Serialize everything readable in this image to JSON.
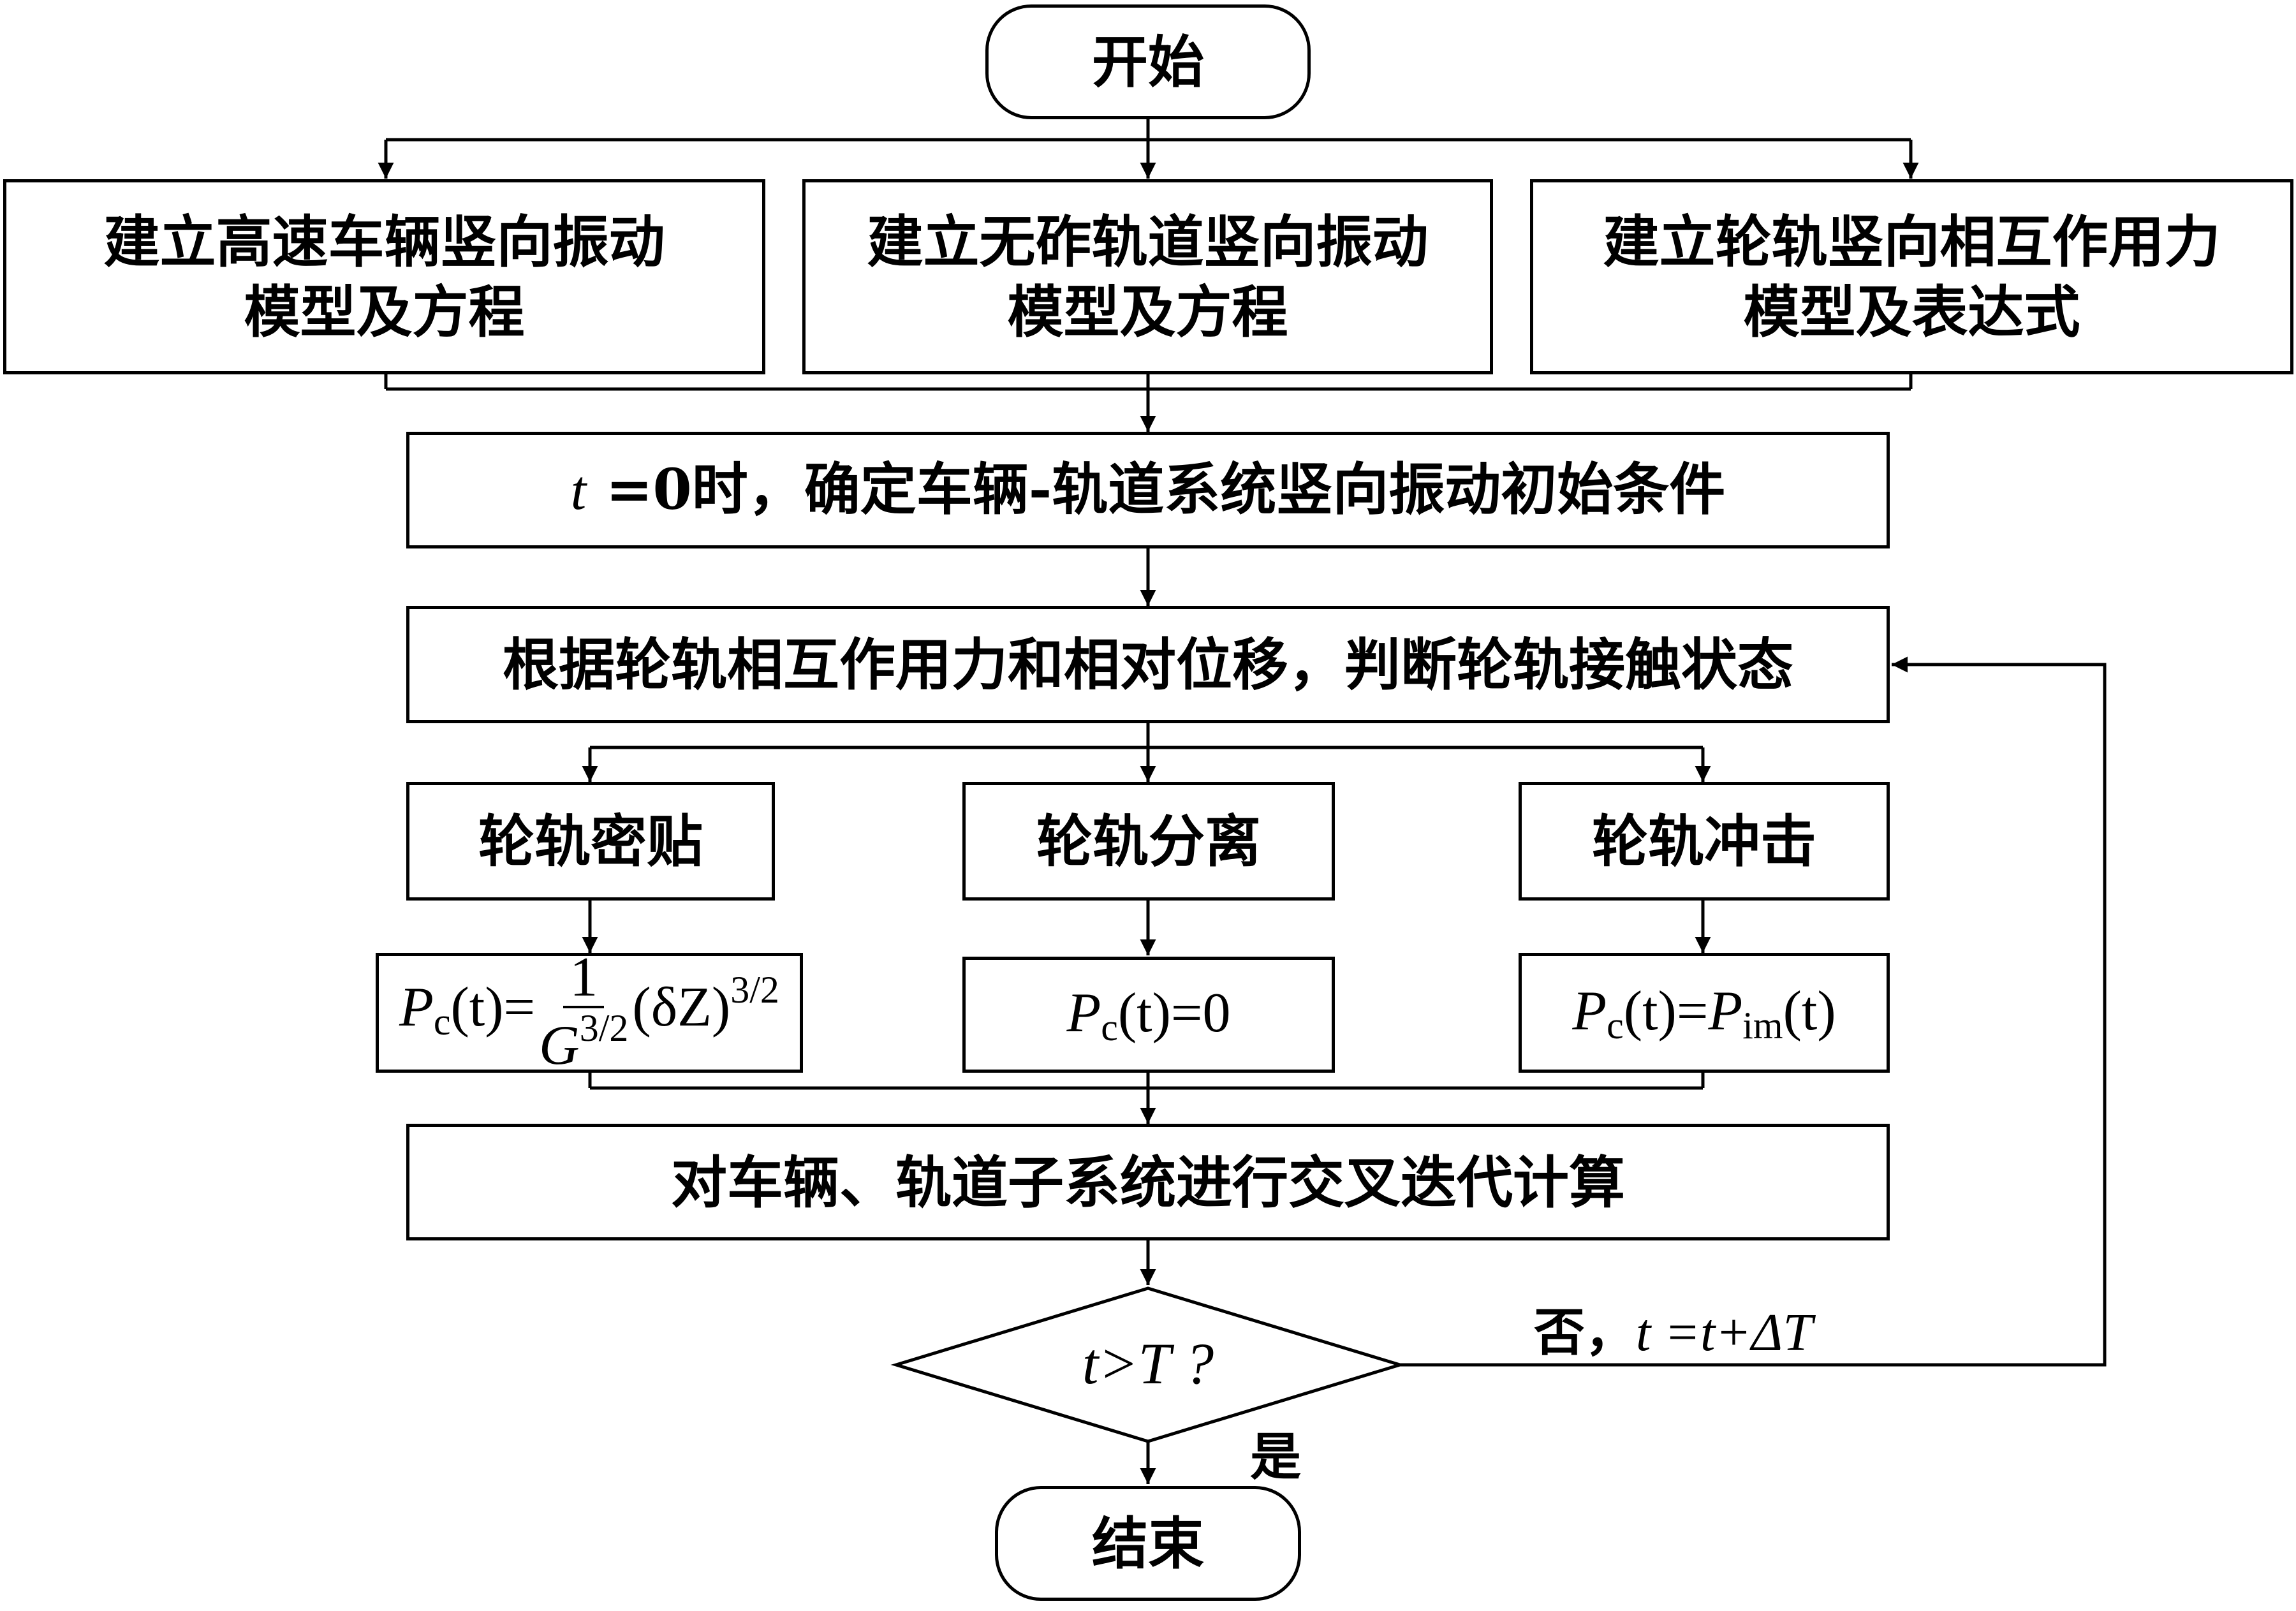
{
  "flowchart": {
    "start": "开始",
    "model_vehicle": [
      "建立高速车辆竖向振动",
      "模型及方程"
    ],
    "model_track": [
      "建立无砟轨道竖向振动",
      "模型及方程"
    ],
    "model_wheelrail": [
      "建立轮轨竖向相互作用力",
      "模型及表达式"
    ],
    "init": {
      "var": "t",
      "rest": " =0时，确定车辆-轨道系统竖向振动初始条件"
    },
    "judge": "根据轮轨相互作用力和相对位移，判断轮轨接触状态",
    "state_contact": "轮轨密贴",
    "state_separation": "轮轨分离",
    "state_impact": "轮轨冲击",
    "formula_contact": {
      "P": "P",
      "sub": "c",
      "lhs_tail": "(t)=",
      "num": "1",
      "den_G": "G",
      "den_exp": "3/2",
      "body": "(δZ)",
      "exp": "3/2"
    },
    "formula_separation": {
      "P": "P",
      "sub": "c",
      "tail": "(t)=0"
    },
    "formula_impact": {
      "P": "P",
      "sub": "c",
      "mid": "(t)=",
      "P2": "P",
      "sub2": "im",
      "tail": "(t)"
    },
    "iterate": "对车辆、轨道子系统进行交叉迭代计算",
    "decision": {
      "text": "t>T ?"
    },
    "no_label": {
      "word": "否，",
      "expr": "t =t+ΔT"
    },
    "yes_label": "是",
    "end": "结束"
  }
}
